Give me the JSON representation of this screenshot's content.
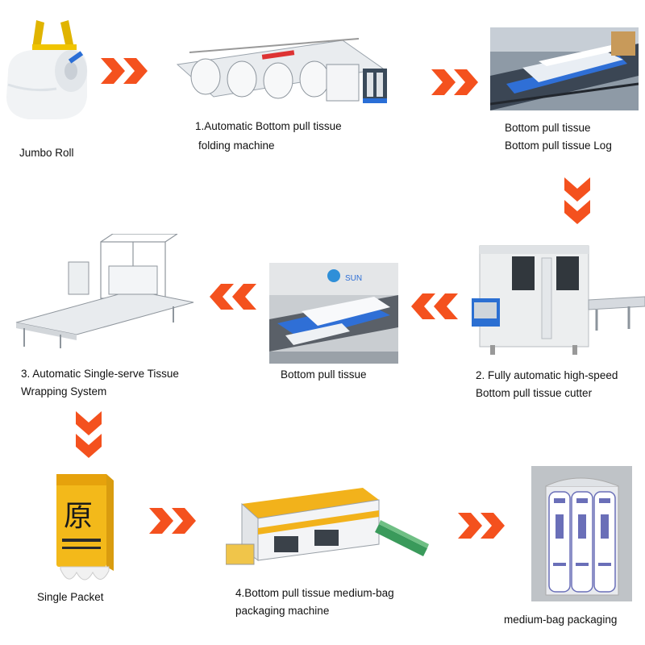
{
  "flow": {
    "jumbo_roll": {
      "label": "Jumbo Roll"
    },
    "folding_machine": {
      "line1": "1.Automatic Bottom pull tissue",
      "line2": "folding machine"
    },
    "tissue_log": {
      "line1": "Bottom pull tissue",
      "line2": "Bottom pull tissue  Log"
    },
    "cutter": {
      "line1": "2. Fully automatic high-speed",
      "line2": "Bottom pull tissue  cutter"
    },
    "bottom_pull_tissue": {
      "label": "Bottom pull tissue",
      "logo_text": "SUN"
    },
    "wrapping_system": {
      "line1": "3. Automatic Single-serve Tissue",
      "line2": "Wrapping System"
    },
    "single_packet": {
      "label": "Single Packet",
      "pack_char": "原"
    },
    "bag_packaging_machine": {
      "line1": "4.Bottom pull tissue medium-bag",
      "line2": "packaging machine"
    },
    "medium_bag": {
      "label": "medium-bag packaging"
    }
  },
  "colors": {
    "arrow": "#f4511e",
    "machine_yellow": "#f2b21b",
    "belt_blue": "#2f6fd6",
    "conveyor_green": "#3a9a5b"
  },
  "icons": [
    "chevron-right-icon",
    "chevron-down-icon",
    "chevron-left-icon"
  ]
}
